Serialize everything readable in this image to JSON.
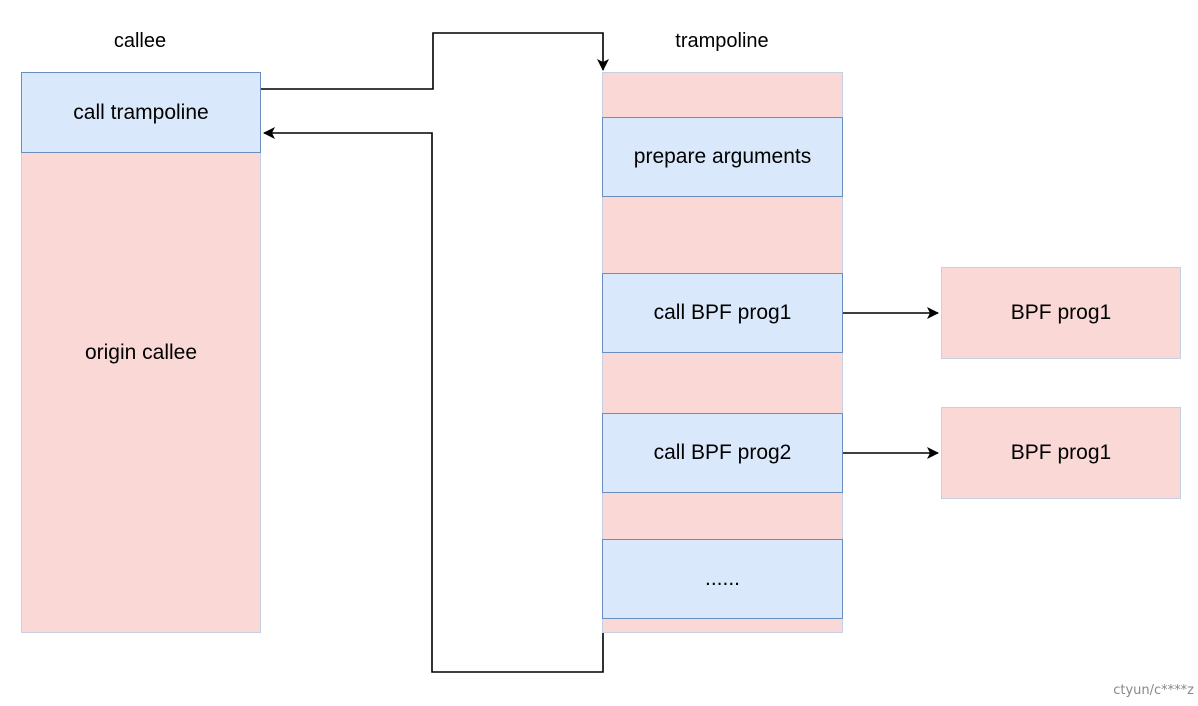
{
  "callee": {
    "title": "callee",
    "call_block": "call trampoline",
    "body_block": "origin callee"
  },
  "trampoline": {
    "title": "trampoline",
    "steps": [
      "prepare arguments",
      "call BPF prog1",
      "call BPF prog2",
      "......"
    ]
  },
  "programs": [
    "BPF prog1",
    "BPF prog1"
  ],
  "watermark": "ctyun/c****z",
  "colors": {
    "block_fill_pink": "#f9d8d6",
    "block_fill_blue": "#d9e8fb",
    "blue_border": "#6a8fbf",
    "arrow": "#000000"
  }
}
